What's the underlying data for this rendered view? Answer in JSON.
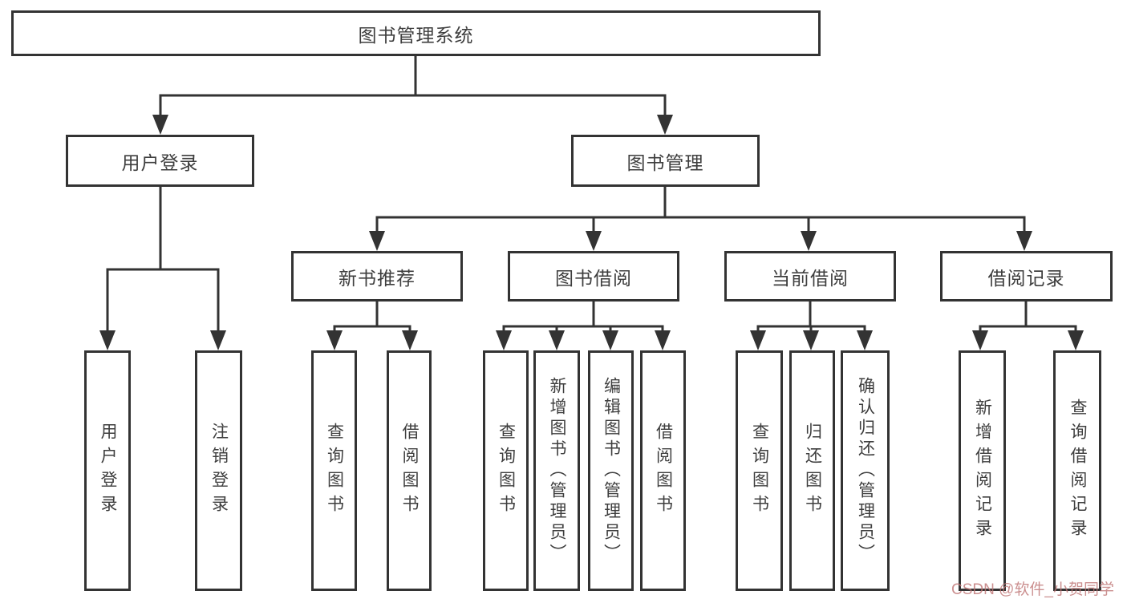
{
  "tree": {
    "root": {
      "label": "图书管理系统"
    },
    "branches": [
      {
        "label": "用户登录",
        "children": [
          "用户登录",
          "注销登录"
        ]
      },
      {
        "label": "图书管理",
        "children": [
          {
            "label": "新书推荐",
            "children": [
              "查询图书",
              "借阅图书"
            ]
          },
          {
            "label": "图书借阅",
            "children": [
              "查询图书",
              "新增图书（管理员）",
              "编辑图书（管理员）",
              "借阅图书"
            ]
          },
          {
            "label": "当前借阅",
            "children": [
              "查询图书",
              "归还图书",
              "确认归还（管理员）"
            ]
          },
          {
            "label": "借阅记录",
            "children": [
              "新增借阅记录",
              "查询借阅记录"
            ]
          }
        ]
      }
    ]
  },
  "watermark": {
    "text": "CSDN @软件_小贺同学",
    "color": "#be7373"
  },
  "colors": {
    "box_border": "#333333",
    "connector_line": "#333333",
    "text": "#3e3e3e",
    "background": "#ffffff"
  }
}
